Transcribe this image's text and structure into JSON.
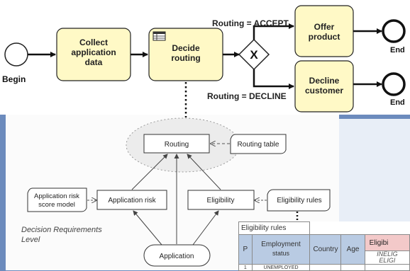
{
  "bpmn": {
    "start_label": "Begin",
    "tasks": [
      {
        "label": "Collect application data"
      },
      {
        "label": "Decide routing"
      },
      {
        "label": "Offer product"
      },
      {
        "label": "Decline customer"
      }
    ],
    "gateway_symbol": "X",
    "branch_accept": "Routing = ACCEPT",
    "branch_decline": "Routing = DECLINE",
    "end_labels": [
      "End",
      "End"
    ],
    "colors": {
      "task_fill": "#fff9c6",
      "task_stroke": "#222222"
    }
  },
  "drd": {
    "decisions": {
      "routing": "Routing",
      "application_risk": "Application risk",
      "eligibility": "Eligibility"
    },
    "knowledge_sources": {
      "routing_table": "Routing table",
      "risk_score_model": "Application risk score model",
      "eligibility_rules": "Eligibility rules"
    },
    "input_data": "Application",
    "level_caption": "Decision Requirements Level"
  },
  "eligibility_table": {
    "caption": "Eligibility rules",
    "hit_policy": "P",
    "columns": [
      "Employment status",
      "Country",
      "Age"
    ],
    "output_column": "Eligibi",
    "output_values": "INELIG… ELIGI…",
    "first_cell": "UNEMPLOYED"
  }
}
